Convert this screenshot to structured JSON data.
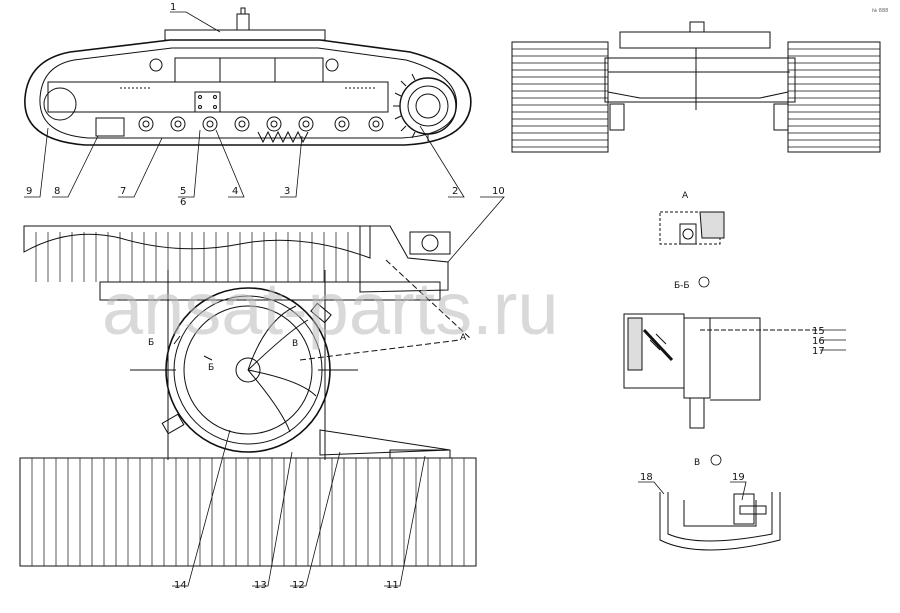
{
  "drawing": {
    "corner_note": "№ 888",
    "watermark": "ansat-parts.ru",
    "callouts": {
      "c1": "1",
      "c2": "2",
      "c3": "3",
      "c4": "4",
      "c5": "5",
      "c6": "6",
      "c7": "7",
      "c8": "8",
      "c9": "9",
      "c10": "10",
      "c11": "11",
      "c12": "12",
      "c13": "13",
      "c14": "14",
      "c15": "15",
      "c16": "16",
      "c17": "17",
      "c18": "18",
      "c19": "19"
    },
    "section_labels": {
      "view_a_title": "А",
      "view_a_ref": "А",
      "section_bb_title": "Б-Б",
      "section_b_ref1": "Б",
      "section_b_ref2": "Б",
      "view_v_title": "В",
      "view_v_ref": "В"
    }
  }
}
